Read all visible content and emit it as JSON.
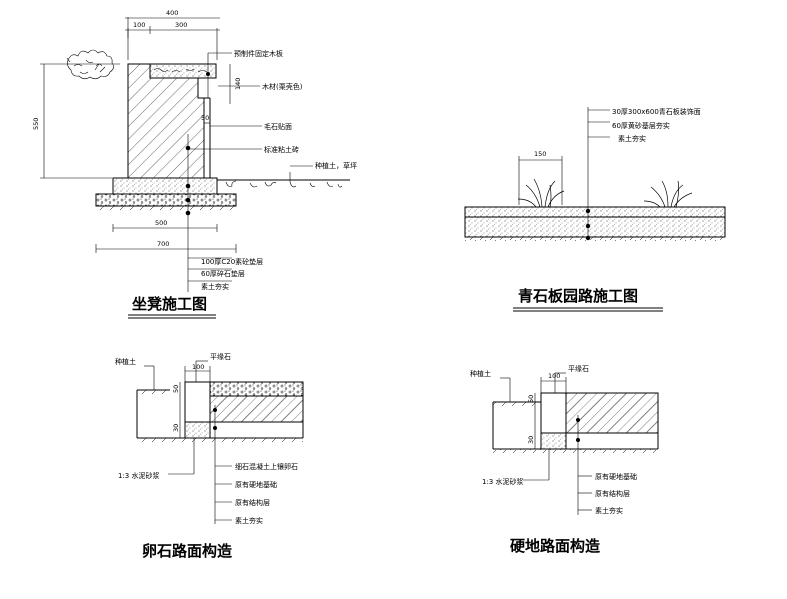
{
  "bench": {
    "title": "坐凳施工图",
    "callouts": [
      "预制件固定木板",
      "木材(栗壳色)",
      "毛石贴面",
      "标准粘土砖",
      "种植土，草坪"
    ],
    "base_layers": [
      "100厚C20素砼垫层",
      "60厚碎石垫层",
      "素土夯实"
    ],
    "dims": {
      "top_total": "400",
      "top_a": "100",
      "top_b": "300",
      "height": "550",
      "wood": "140",
      "stone": "50",
      "base_inner": "500",
      "base_total": "700"
    }
  },
  "slate": {
    "title": "青石板园路施工图",
    "layers": [
      "30厚300x600青石板装饰面",
      "60厚黄砂基层夯实",
      "素土夯实"
    ],
    "dims": {
      "width": "150"
    }
  },
  "pebble": {
    "title": "卵石路面构造",
    "callouts": [
      "种植土",
      "平缘石"
    ],
    "layers": [
      "细石混凝土上镶卵石",
      "原有硬地基础",
      "原有结构层",
      "素土夯实"
    ],
    "mortar": "1:3 水泥砂浆",
    "dims": {
      "w": "100",
      "h1": "50",
      "h2": "30"
    }
  },
  "hard": {
    "title": "硬地路面构造",
    "callouts": [
      "种植土",
      "平缘石"
    ],
    "layers": [
      "原有硬地基础",
      "原有结构层",
      "素土夯实"
    ],
    "mortar": "1:3 水泥砂浆",
    "dims": {
      "w": "100",
      "h1": "50",
      "h2": "30"
    }
  }
}
